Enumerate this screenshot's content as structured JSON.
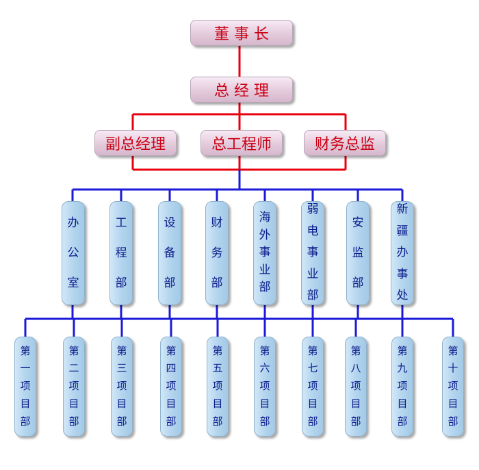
{
  "chairman": "董 事 长",
  "general_manager": "总 经 理",
  "executives": [
    "副总经理",
    "总工程师",
    "财务总监"
  ],
  "departments": [
    "办公室",
    "工程部",
    "设备部",
    "财务部",
    "海外事业部",
    "弱电事业部",
    "安监部",
    "新疆办事处"
  ],
  "projects": [
    "第一项目部",
    "第二项目部",
    "第三项目部",
    "第四项目部",
    "第五项目部",
    "第六项目部",
    "第七项目部",
    "第八项目部",
    "第九项目部",
    "第十项目部"
  ],
  "colors": {
    "red_line": "#e8000e",
    "blue_line": "#1a1ad8",
    "top_text": "#cc0014",
    "dept_text": "#0a1a8a"
  }
}
